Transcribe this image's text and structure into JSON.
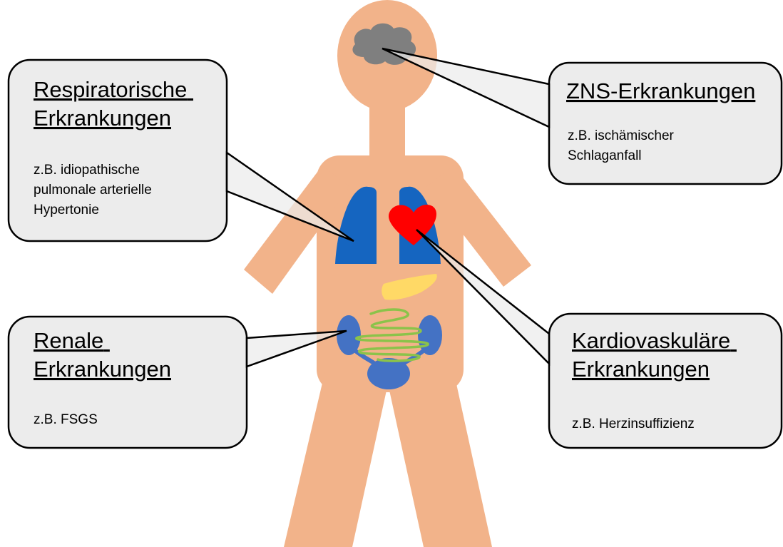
{
  "callouts": {
    "respiratory": {
      "title_lines": [
        "Respiratorische",
        "Erkrankungen"
      ],
      "desc_lines": [
        "z.B. idiopathische",
        "pulmonale arterielle",
        "Hypertonie"
      ]
    },
    "cns": {
      "title_lines": [
        "ZNS-Erkrankungen"
      ],
      "desc_lines": [
        "z.B. ischämischer",
        "Schlaganfall"
      ]
    },
    "renal": {
      "title_lines": [
        "Renale",
        "Erkrankungen"
      ],
      "desc_lines": [
        "z.B. FSGS"
      ]
    },
    "cardio": {
      "title_lines": [
        "Kardiovaskuläre",
        "Erkrankungen"
      ],
      "desc_lines": [
        "z.B. Herzinsuffizienz"
      ]
    }
  },
  "colors": {
    "skin": "#f2b38a",
    "brain": "#7f7f7f",
    "lungs": "#1565c0",
    "heart": "#ff0000",
    "liver": "#ffd966",
    "kidneys": "#4472c4",
    "intestine": "#8bc34a",
    "callout_fill": "#ececec",
    "callout_stroke": "#000000"
  }
}
